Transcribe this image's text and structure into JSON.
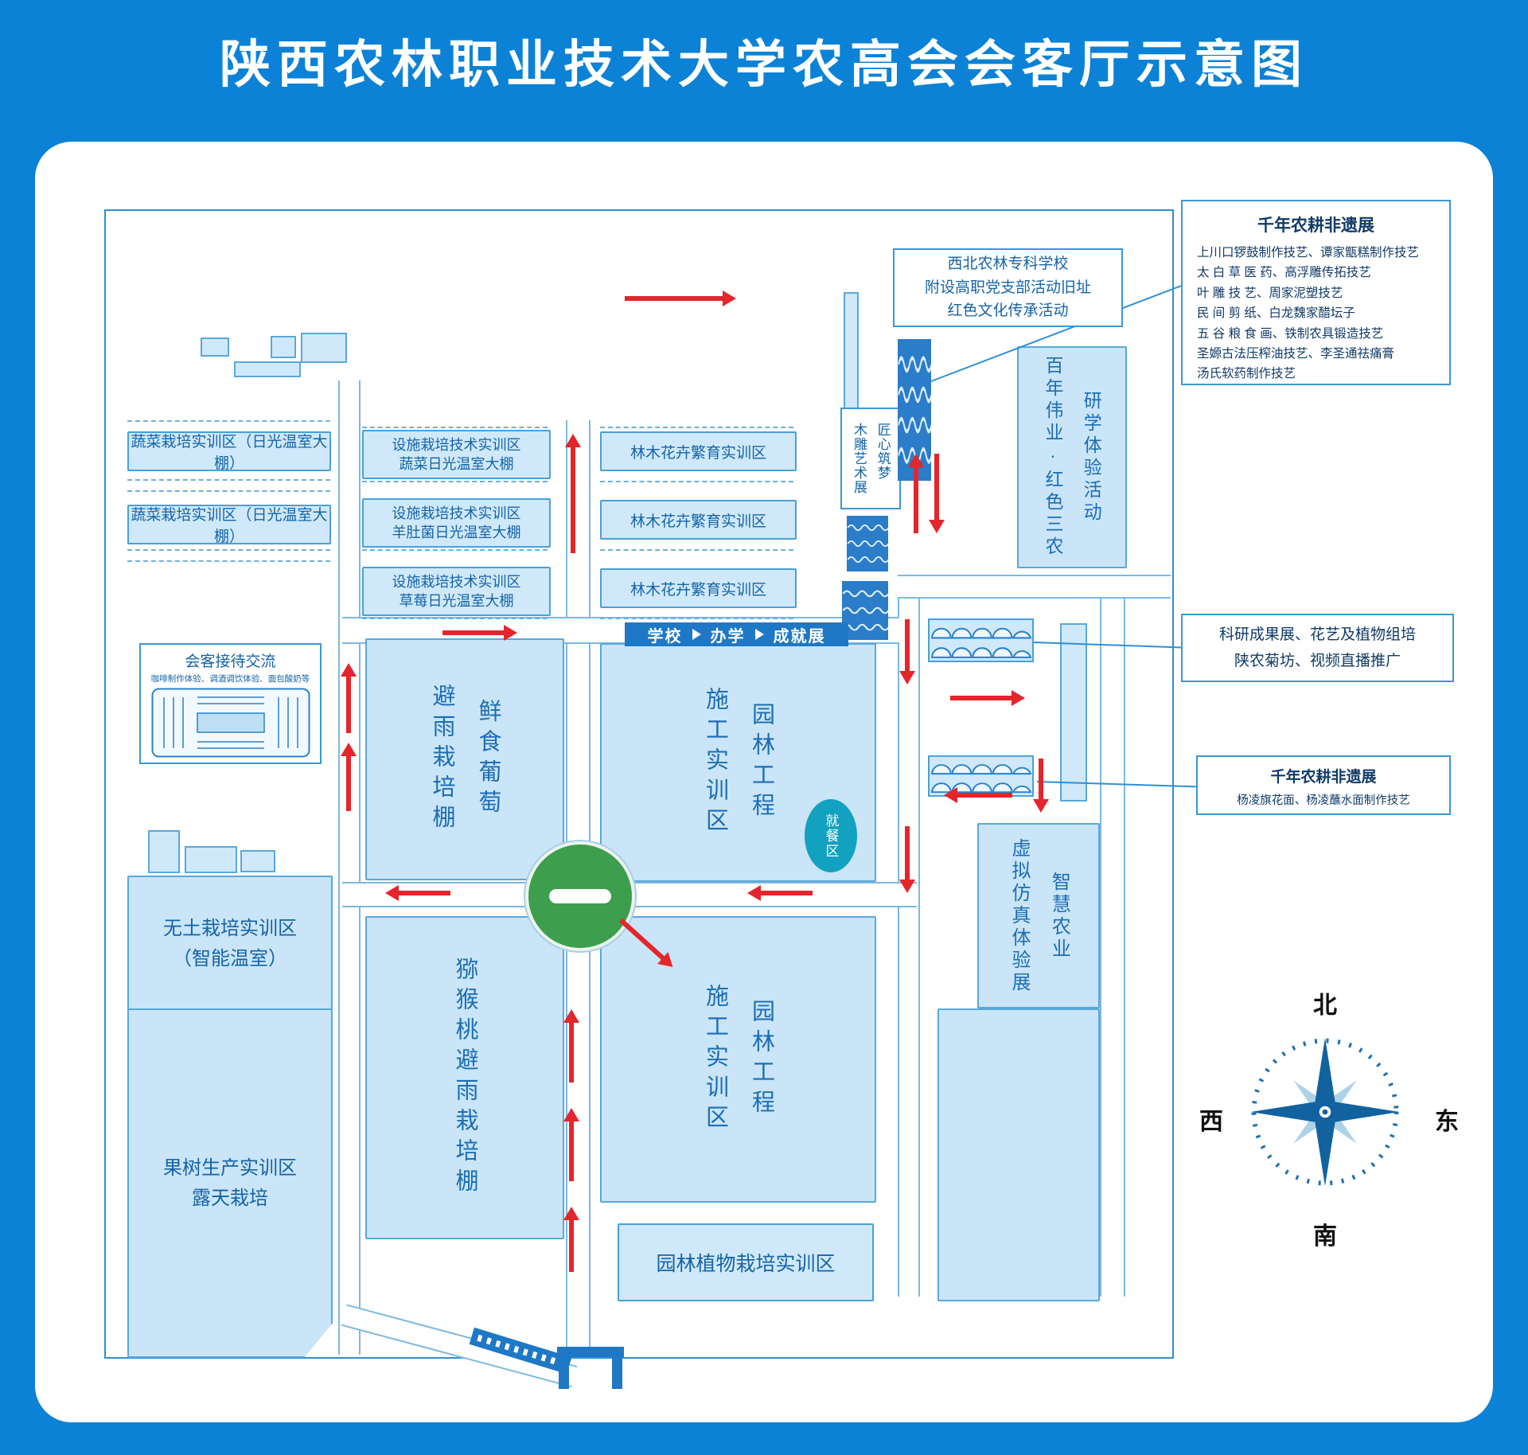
{
  "title": "陕西农林职业技术大学农高会会客厅示意图",
  "colors": {
    "page_bg": "#0b82d6",
    "block_fill": "#cfe9fa",
    "block_border": "#4aa0d8",
    "arrow_red": "#e5252c",
    "roundabout_green": "#3d9e4e",
    "dining_teal": "#12a2bf",
    "text_blue": "#1563a8"
  },
  "zones": {
    "veg1": "蔬菜栽培实训区（日光温室大棚）",
    "veg2": "蔬菜栽培实训区（日光温室大棚）",
    "facility1": "设施栽培技术实训区\n蔬菜日光温室大棚",
    "facility2": "设施栽培技术实训区\n羊肚菌日光温室大棚",
    "facility3": "设施栽培技术实训区\n草莓日光温室大棚",
    "forest1": "林木花卉繁育实训区",
    "forest2": "林木花卉繁育实训区",
    "forest3": "林木花卉繁育实训区",
    "grape": "避雨栽培棚\n鲜食葡萄",
    "construction_top": "施工实训区\n园林工程",
    "construction_bottom": "施工实训区\n园林工程",
    "kiwi": "猕猴桃避雨栽培棚",
    "garden_plants": "园林植物栽培实训区",
    "soilless": "无土栽培实训区\n（智能温室）",
    "fruit": "果树生产实训区\n露天栽培",
    "dining": "就餐区",
    "wood_art": "木雕艺术展\n匠心筑梦",
    "century": "百年伟业·红色三农\n研学体验活动",
    "vr": "虚拟仿真体验展\n智慧农业"
  },
  "banner": {
    "part1": "学校",
    "part2": "办学",
    "part3": "成就展"
  },
  "reception": {
    "title": "会客接待交流",
    "subtitle": "咖啡制作体验、调酒调饮体验、面包酸奶等"
  },
  "red_school": "西北农林专科学校\n附设高职党支部活动旧址\n红色文化传承活动",
  "heritage1": {
    "title": "千年农耕非遗展",
    "lines": [
      "上川口锣鼓制作技艺、谭家甑糕制作技艺",
      "太 白 草 医 药、高浮雕传拓技艺",
      "叶 雕 技 艺、周家泥塑技艺",
      "民 间 剪 纸、白龙魏家醋坛子",
      "五 谷 粮 食 画、铁制农具锻造技艺",
      "圣嫄古法压榨油技艺、李圣通祛痛膏",
      "汤氏软药制作技艺"
    ]
  },
  "research": "科研成果展、花艺及植物组培\n陕农菊坊、视频直播推广",
  "heritage2": {
    "title": "千年农耕非遗展",
    "subtitle": "杨凌旗花面、杨凌蘸水面制作技艺"
  },
  "compass": {
    "north": "北",
    "south": "南",
    "west": "西",
    "east": "东"
  }
}
